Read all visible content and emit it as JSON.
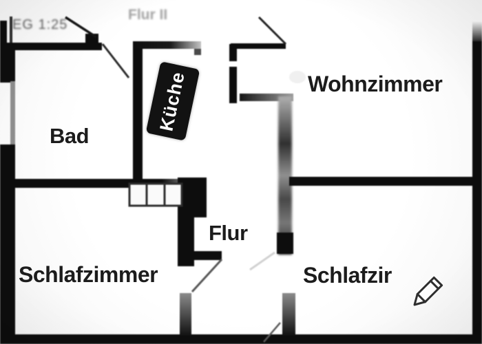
{
  "rooms": {
    "eg_label": "EG 1:25",
    "flur_top_label": "Flur II",
    "kueche_label": "Küche",
    "bad_label": "Bad",
    "wohnzimmer_label": "Wohnzimmer",
    "flur_label": "Flur",
    "schlafzimmer_left_label": "Schlafzimmer",
    "schlafzimmer_right_label": "Schlafzir"
  },
  "icons": {
    "edit_pencil": "pencil-icon"
  },
  "colors": {
    "wall": "#0d0d0d",
    "background": "#fcfcfc",
    "faded_text": "#8a8a8a",
    "room_label_text": "#1c1c1c",
    "kueche_box_bg": "#121212",
    "kueche_box_text": "#ffffff",
    "pencil_stroke": "#2e2e2e"
  }
}
